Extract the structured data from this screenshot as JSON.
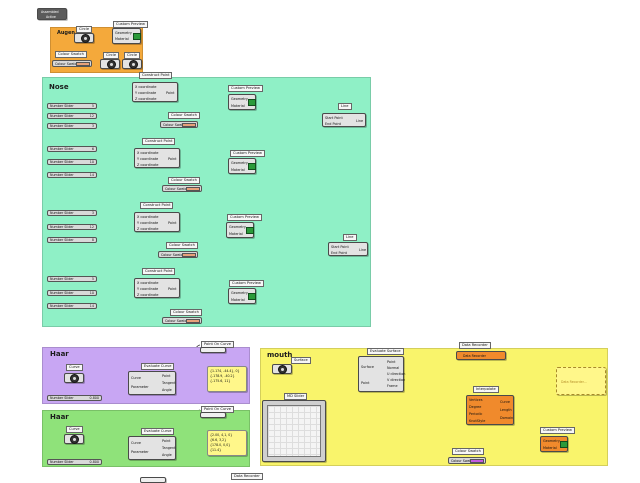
{
  "top_node": {
    "title": "Assembled",
    "badge": "Active"
  },
  "groups": {
    "augen": {
      "title": "Augen",
      "color": "#f4a93b"
    },
    "nose": {
      "title": "Nose",
      "color": "#8ff0c6"
    },
    "haar1": {
      "title": "Haar",
      "color": "#c8a6f3"
    },
    "haar2": {
      "title": "Haar",
      "color": "#8fe27a"
    },
    "mouth": {
      "title": "mouth",
      "color": "#f9f46b"
    }
  },
  "components": {
    "circle": "Circle",
    "custom_preview": "Custom Preview",
    "construct_point": "Construct Point",
    "colour_swatch": "Colour Swatch",
    "line": "Line",
    "curve": "Curve",
    "evaluate_curve": "Evaluate Curve",
    "point_on_curve": "Point On Curve",
    "evaluate_surface": "Evaluate Surface",
    "data_recorder": "Data Recorder",
    "interpolate": "Interpolate",
    "md_slider": "MD Slider",
    "surface": "Surface"
  },
  "pins": {
    "geometry": "Geometry",
    "material": "Material",
    "x_coord": "X coordinate",
    "y_coord": "Y coordinate",
    "z_coord": "Z coordinate",
    "point": "Point",
    "start_point": "Start Point",
    "end_point": "End Point",
    "line": "Line",
    "curve": "Curve",
    "parameter": "Parameter",
    "tangent": "Tangent",
    "angle": "Angle",
    "surface": "Surface",
    "point_uv": "Point",
    "normal": "Normal",
    "u_dir": "U direction",
    "v_dir": "V direction",
    "frame": "Frame",
    "vertices": "Vertices",
    "degree": "Degree",
    "periodic": "Periodic",
    "knot_style": "KnotStyle",
    "length": "Length",
    "domain": "Domain"
  },
  "sliders": {
    "label": "Number Slider",
    "nose_a": [
      "5",
      "12",
      "3"
    ],
    "nose_b": [
      "6",
      "10",
      "14"
    ],
    "nose_c": [
      "3",
      "12",
      "8"
    ],
    "nose_d": [
      "5",
      "10",
      "14"
    ],
    "haar1": "0.800",
    "haar2": "0.800"
  },
  "panels": {
    "haar1_lines": [
      "{1.174, -44.4}, 0}",
      "{-178.9, -40.2}",
      "{-175.6, 11}"
    ],
    "haar2_lines": [
      "{2.00, 4,1, 0}",
      "{6.6, 3,2}",
      "{178.0, 0,0}",
      "{11.4}"
    ],
    "mouth_placeholder": "Data Recorder..."
  },
  "colors": {
    "swatch_orange": "#e8a27a",
    "swatch_purple": "#c45be0",
    "recorder_orange": "#f08a2c",
    "panel_yellow": "#fff78a"
  },
  "bottom_tag": "Data Recorder"
}
